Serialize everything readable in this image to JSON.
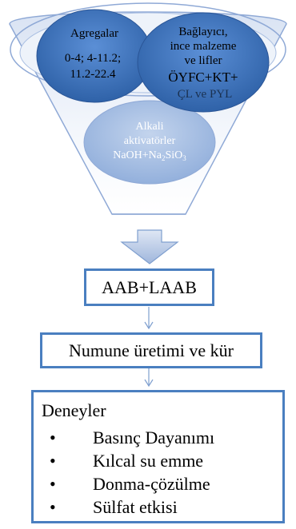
{
  "funnel": {
    "agregalar": {
      "title": "Agregalar",
      "line1": "0-4; 4-11.2;",
      "line2": "11.2-22.4"
    },
    "baglayici": {
      "line1": "Bağlayıcı,",
      "line2": "ince malzeme",
      "line3": "ve lifler",
      "line4": "ÖYFC+KT+",
      "line5": "ÇL ve PYL"
    },
    "alkali": {
      "line1": "Alkali",
      "line2": "aktivatörler",
      "line3_main": "NaOH+Na",
      "line3_sub1": "2",
      "line3_mid": "SiO",
      "line3_sub2": "3"
    }
  },
  "steps": {
    "aab": "AAB+LAAB",
    "numune": "Numune üretimi ve kür"
  },
  "deneyler": {
    "title": "Deneyler",
    "bullet": "•",
    "items": [
      "Basınç Dayanımı",
      "Kılcal su emme",
      "Donma-çözülme",
      "Sülfat etkisi"
    ]
  },
  "colors": {
    "funnel_light": "#e8eef8",
    "funnel_edge": "#8fa9d6",
    "oval_dark": "#3a6fb8",
    "oval_light": "#a8c0e3",
    "box_border": "#4a7fc0",
    "arrow_fill": "#b8c8e4",
    "connector": "#7f9fcf"
  }
}
